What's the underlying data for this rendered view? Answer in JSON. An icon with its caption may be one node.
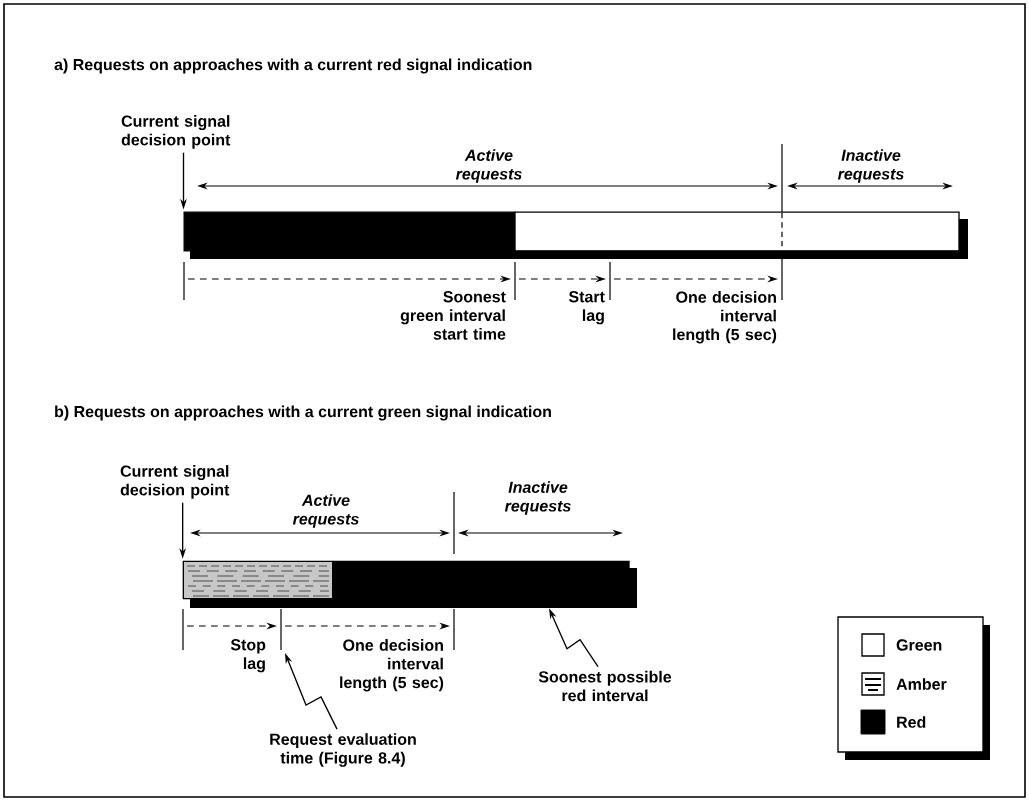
{
  "diagram": {
    "nodes": [
      {
        "text": [
          "Current signal decision point"
        ]
      },
      {
        "text": [],
        "shape": "bar"
      },
      {
        "text": [],
        "shape": "bar"
      },
      {
        "text": [
          "Current signal decision point"
        ]
      },
      {
        "text": [],
        "shape": "bar"
      },
      {
        "text": [],
        "shape": "bar"
      },
      {
        "text": [
          "Soonest possible red interval"
        ]
      },
      {
        "text": [
          "Request evaluation time (Figure 8.4)"
        ]
      }
    ],
    "edges": [
      {
        "from": 0,
        "to": 1,
        "arrow": "to"
      },
      {
        "from": 3,
        "to": 4,
        "arrow": "to"
      },
      {
        "from": 6,
        "to": 5,
        "arrow": "to"
      },
      {
        "from": 7,
        "to": null,
        "arrow": "to"
      }
    ],
    "labels": [
      "a) Requests on approaches with a current red signal indication",
      "Active requests",
      "Inactive requests",
      "Soonest green interval start time",
      "Start lag",
      "One decision interval length (5 sec)",
      "b) Requests on approaches with a current green signal indication",
      "Active requests",
      "Inactive requests",
      "Stop lag",
      "One decision interval length (5 sec)"
    ],
    "legend": [
      {
        "text": "Green"
      },
      {
        "text": "Amber"
      },
      {
        "text": "Red",
        "color": "#000000"
      }
    ]
  }
}
